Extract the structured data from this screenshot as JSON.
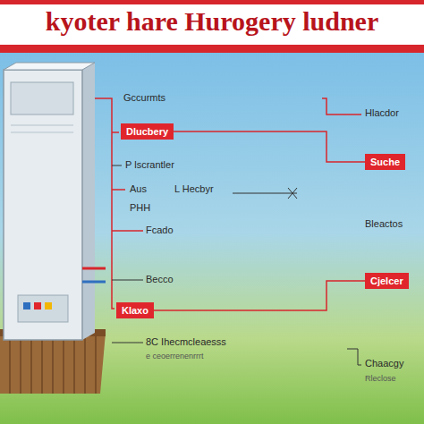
{
  "diagram": {
    "title": "kyoter hare Hurogery ludner",
    "nodes": [
      {
        "text": [
          "Dlucbery"
        ]
      },
      {
        "text": [
          "Suche"
        ]
      },
      {
        "text": [
          "Cjelcer"
        ]
      },
      {
        "text": [
          "Klaxo"
        ]
      }
    ],
    "edges": [
      {
        "from": 0,
        "to": 1,
        "arrow": "none"
      },
      {
        "from": 3,
        "to": 2,
        "arrow": "none"
      }
    ],
    "labels": [
      "Gccurmts",
      "Hlacdor",
      "P lscrantler",
      "Aus",
      "L Hecbyr",
      "PHH",
      "Fcado",
      "Bleactos",
      "Becco",
      "8C Ihecmcleaesss",
      "e ceoerrenenrrrt",
      "Chaacgy",
      "Rleclose"
    ]
  }
}
